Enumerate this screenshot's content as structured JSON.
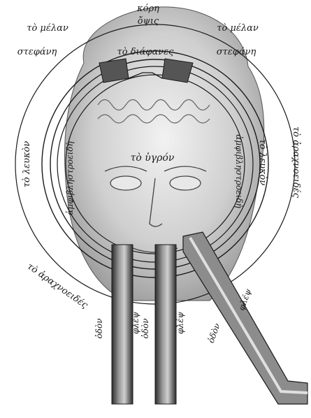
{
  "labels": {
    "kore": "κόρη",
    "opsis": "ὄψις",
    "to_melan_left": "τὸ μέλαν",
    "to_melan_right": "τὸ μέλαν",
    "stephane_left": "στεφάνη",
    "stephane_right": "στεφάνη",
    "to_diaphanes": "τὸ διάφανες",
    "to_leukon_left": "τὸ λευκὸν",
    "to_leukon_right": "τὸ λευκὸν",
    "amphiblestroeides_left": "ἀμφιβληστροειδὴ",
    "amphiblestroeides_right": "ἀμφιβληστροειδὴ",
    "to_hygron": "τὸ ὑγρόν",
    "to_arachnoeides_right": "τὸ ἀραχνοειδές",
    "to_arachnoeides_left": "τὸ ἀραχνοειδές",
    "hodos_left": "ὁδὸν",
    "phleps_left": "φλέψ",
    "hodos_left2": "ὁδὸν",
    "phleps_mid": "φλέψ",
    "hodos_right": "ὁδὸν",
    "phleps_right": "φλέψ"
  },
  "colors": {
    "ink": "#1a1a1a",
    "shade": "#8a8a8a",
    "face": "#d9d9d9",
    "paper": "#ffffff"
  }
}
